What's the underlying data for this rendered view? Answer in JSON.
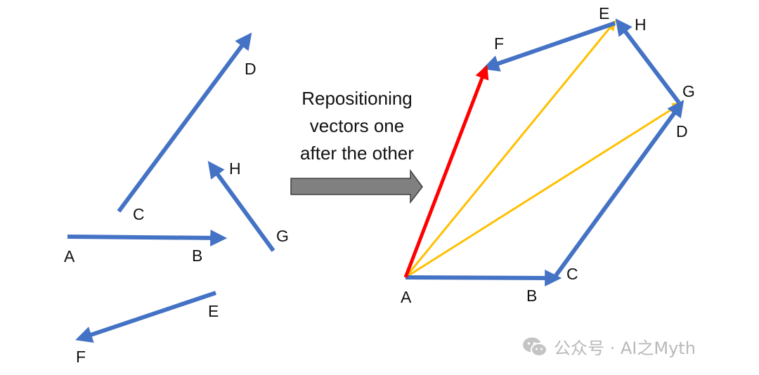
{
  "colors": {
    "vector": "#4472c4",
    "resultant": "#ff0000",
    "diagonal": "#ffc000",
    "arrow_fill": "#808080",
    "arrow_stroke": "#404040",
    "text": "#111111",
    "watermark": "#b9b9b9"
  },
  "caption": {
    "line1": "Repositioning",
    "line2": "vectors one",
    "line3": "after the other"
  },
  "left": {
    "labels": {
      "A": "A",
      "B": "B",
      "C": "C",
      "D": "D",
      "E": "E",
      "F": "F",
      "G": "G",
      "H": "H"
    }
  },
  "right": {
    "labels": {
      "A": "A",
      "B": "B",
      "C": "C",
      "D": "D",
      "E": "E",
      "F": "F",
      "G": "G",
      "H": "H"
    }
  },
  "watermark": {
    "icon": "wechat-icon",
    "text": "公众号 · AI之Myth"
  }
}
